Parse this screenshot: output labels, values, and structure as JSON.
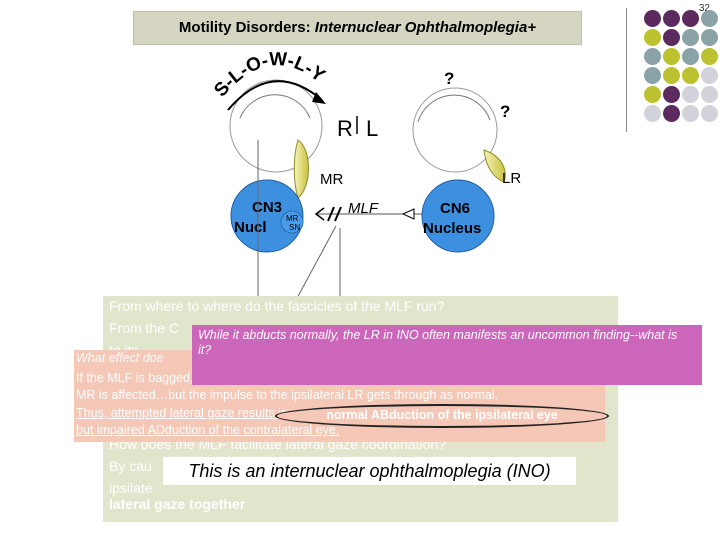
{
  "page_number": "32",
  "title": {
    "main": "Motility Disorders: ",
    "italic": "Internuclear Ophthalmoplegia+"
  },
  "diagram": {
    "slowly_text": "S-L-O-W-L-Y",
    "q1": "?",
    "q2": "?",
    "right_label": "R",
    "left_label": "L",
    "mr_label": "MR",
    "lr_label": "LR",
    "cn3_line1": "CN3",
    "cn3_line2": "Nucl",
    "mr_sn_line1": "MR",
    "mr_sn_line2": "SN",
    "mlf_label": "MLF",
    "cn6_line1": "CN6",
    "cn6_line2": "Nucleus"
  },
  "panel_green": {
    "q1": "From where to where do the fascicles of the MLF run?",
    "a1_start": "From the C",
    "a1_cont": "to its ",
    "q2": "How does the MLF facilitate lateral gaze coordination?",
    "a2_start": "By cau",
    "a2_cont": "ipsilate",
    "a2_bold": "lateral gaze together"
  },
  "panel_salmon": {
    "q_start": "What effect doe",
    "line1": "If the MLF is bagged, the impulse intended to result in the firing of the contralateral",
    "line2": "MR is affected…but the impulse to the ipsilateral LR gets through as normal.",
    "line3_start": "Thus, attempted lateral gaze results in",
    "line4": "but impaired ADduction of the contralateral eye."
  },
  "panel_pink": {
    "text": "While it abducts normally, the LR in INO often manifests an uncommon finding--what is it?"
  },
  "callout_text": "normal ABduction of the ipsilateral eye",
  "ino_banner": "This is an internuclear ophthalmoplegia (INO)",
  "colors": {
    "purple": "#5b2a5e",
    "olive": "#bcc12f",
    "slate": "#8aa3a7",
    "light_gray": "#d2d3da",
    "nucleus_blue": "#3d8fe0",
    "pink": "#cc66bb",
    "salmon": "#f4c7b6",
    "green_panel": "#e1e5cc"
  }
}
